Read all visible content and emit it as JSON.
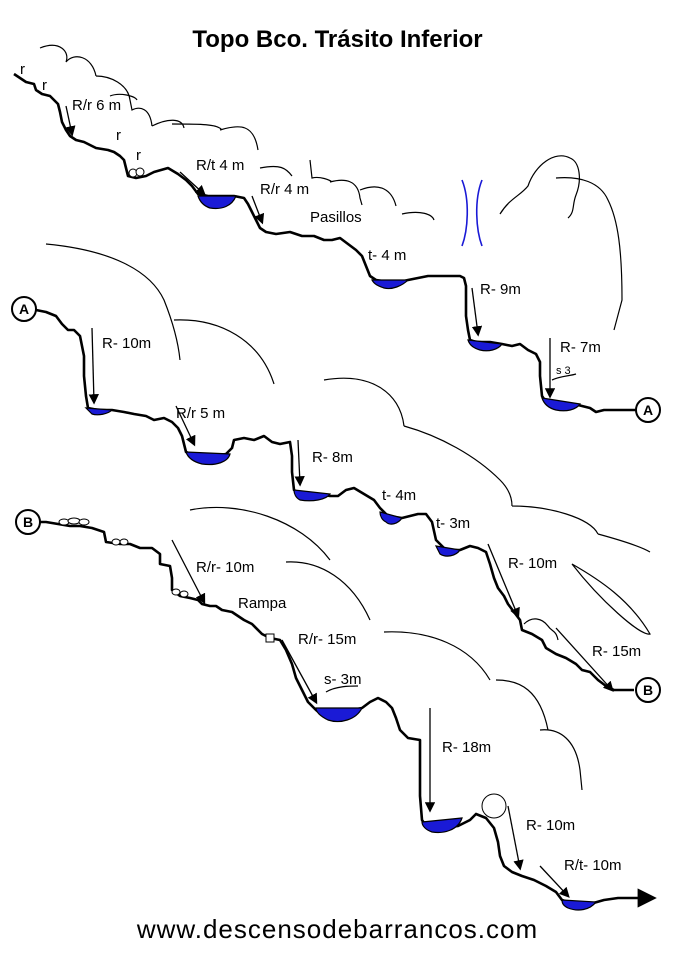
{
  "title": "Topo Bco. Trásito Inferior",
  "website": "www.descensodebarrancos.com",
  "colors": {
    "water": "#1a1ad6",
    "line": "#000000"
  },
  "markers": {
    "a": "A",
    "b": "B"
  },
  "section1": {
    "r1": "r",
    "r2": "r",
    "r3": "r",
    "r4": "r",
    "rappel1": "R/r 6 m",
    "rappel2": "R/t 4 m",
    "rappel3": "R/r 4 m",
    "pasillos": "Pasillos",
    "toboggan1": "t- 4 m",
    "rappel4": "R- 9m",
    "rappel5": "R- 7m",
    "jump1": "s 3"
  },
  "section2": {
    "rappel1": "R- 10m",
    "rappel2": "R/r 5 m",
    "rappel3": "R- 8m",
    "toboggan1": "t- 4m",
    "toboggan2": "t- 3m",
    "rappel4": "R- 10m",
    "rappel5": "R- 15m"
  },
  "section3": {
    "rappel1": "R/r- 10m",
    "rampa": "Rampa",
    "rappel2": "R/r- 15m",
    "jump1": "s- 3m",
    "rappel3": "R- 18m",
    "rappel4": "R- 10m",
    "rappel5": "R/t- 10m"
  }
}
